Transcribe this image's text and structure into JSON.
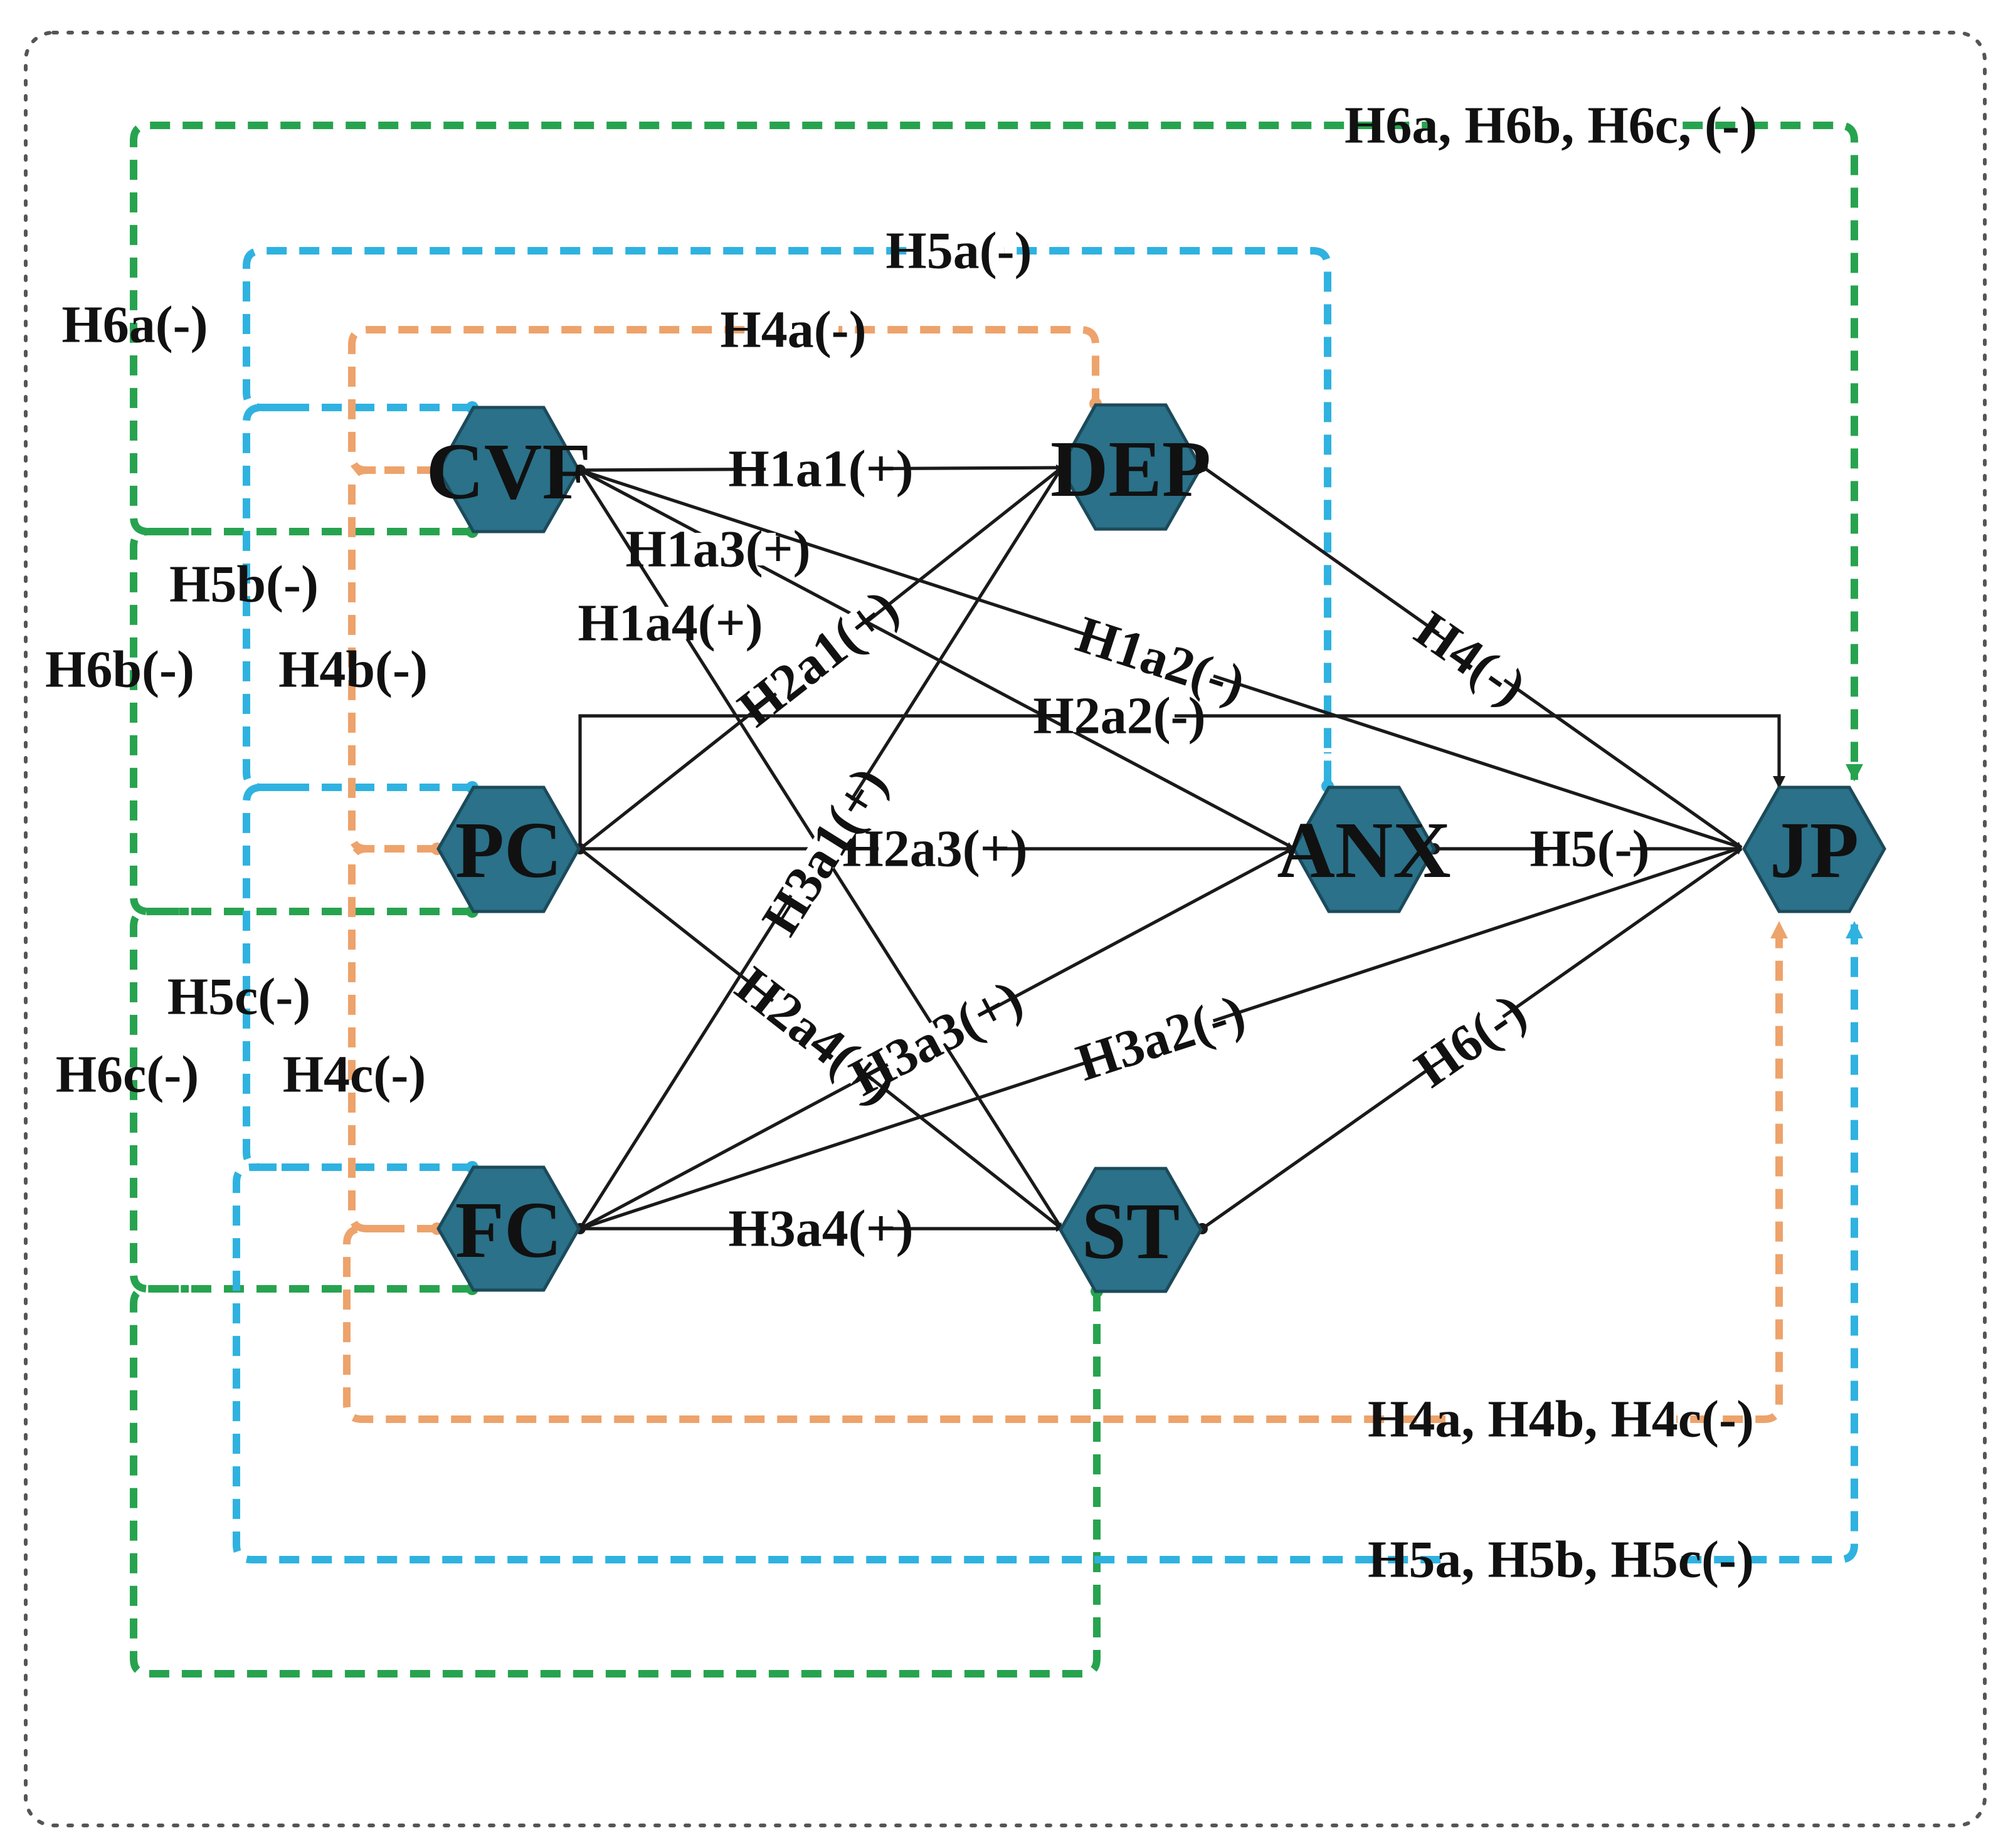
{
  "colors": {
    "node_fill": "#2a7189",
    "edge": "#1a1a1a",
    "orange": "#eda36b",
    "blue": "#2fb2e0",
    "green": "#27a34f"
  },
  "nodes": {
    "CVF": "CVF",
    "DEP": "DEP",
    "PC": "PC",
    "ANX": "ANX",
    "JP": "JP",
    "FC": "FC",
    "ST": "ST"
  },
  "paths": {
    "H1a1": "H1a1(+)",
    "H1a2": "H1a2(-)",
    "H1a3": "H1a3(+)",
    "H1a4": "H1a4(+)",
    "H2a1": "H2a1(+)",
    "H2a2": "H2a2(-)",
    "H2a3": "H2a3(+)",
    "H2a4": "H2a4(+)",
    "H3a1": "H3a1(+)",
    "H3a2": "H3a2(-)",
    "H3a3": "H3a3(+)",
    "H3a4": "H3a4(+)",
    "H4": "H4(-)",
    "H5": "H5(-)",
    "H6": "H6(-)"
  },
  "mediation": {
    "H4a": "H4a(-)",
    "H4b": "H4b(-)",
    "H4c": "H4c(-)",
    "H4_total": "H4a, H4b, H4c(-)",
    "H5a": "H5a(-)",
    "H5b": "H5b(-)",
    "H5c": "H5c(-)",
    "H5_total": "H5a, H5b, H5c(-)",
    "H6a": "H6a(-)",
    "H6b": "H6b(-)",
    "H6c": "H6c(-)",
    "H6_total": "H6a, H6b, H6c, (-)"
  }
}
